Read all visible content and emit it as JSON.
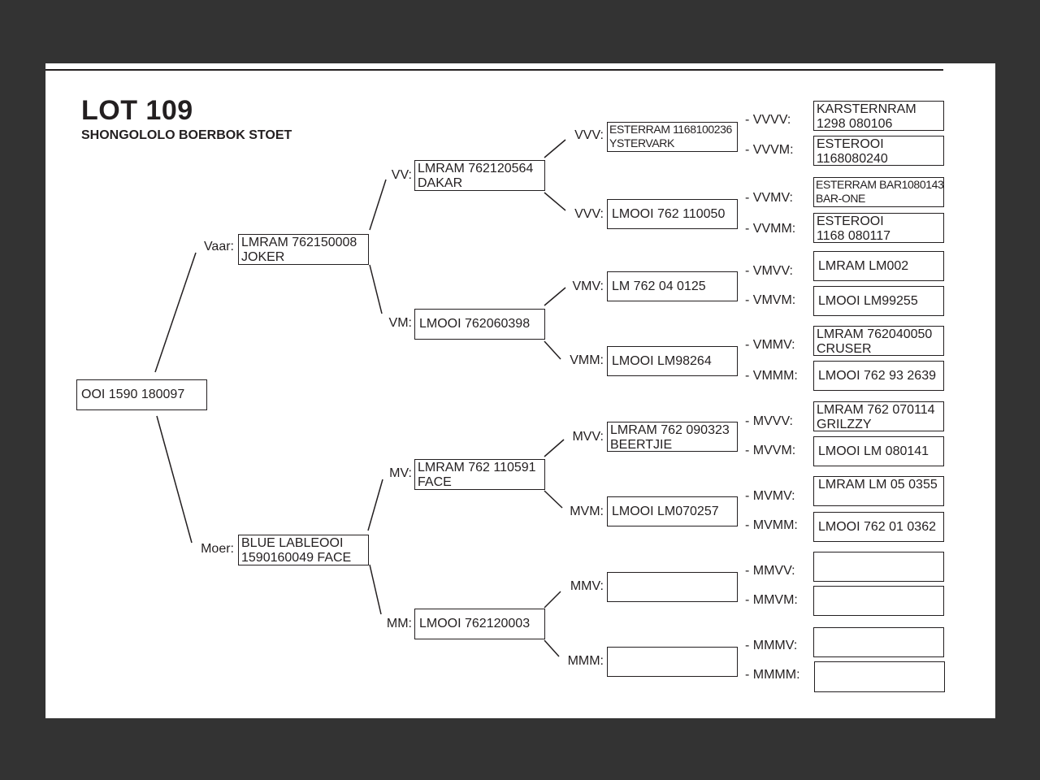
{
  "header": {
    "title": "LOT 109",
    "subtitle": "SHONGOLOLO BOERBOK STOET"
  },
  "subject": {
    "line1": "OOI 1590 180097",
    "line2": ""
  },
  "nodes": {
    "V": {
      "label": "Vaar:",
      "line1": "LMRAM 762150008",
      "line2": "JOKER"
    },
    "M": {
      "label": "Moer:",
      "line1": "BLUE LABLEOOI",
      "line2": "1590160049 FACE"
    },
    "VV": {
      "label": "VV:",
      "line1": "LMRAM 762120564",
      "line2": "DAKAR"
    },
    "VM": {
      "label": "VM:",
      "line1": "LMOOI 762060398",
      "line2": ""
    },
    "MV": {
      "label": "MV:",
      "line1": "LMRAM 762 110591",
      "line2": "FACE"
    },
    "MM": {
      "label": "MM:",
      "line1": "LMOOI 762120003",
      "line2": ""
    },
    "VVV": {
      "label": "VVV:",
      "line1": "ESTERRAM 1168100236",
      "line2": "YSTERVARK"
    },
    "VVM": {
      "label": "VVV:",
      "line1": "LMOOI 762 110050",
      "line2": ""
    },
    "VMV": {
      "label": "VMV:",
      "line1": "LM 762 04 0125",
      "line2": ""
    },
    "VMM": {
      "label": "VMM:",
      "line1": "LMOOI LM98264",
      "line2": ""
    },
    "MVV": {
      "label": "MVV:",
      "line1": "LMRAM 762 090323",
      "line2": "BEERTJIE"
    },
    "MVM": {
      "label": "MVM:",
      "line1": "LMOOI LM070257",
      "line2": ""
    },
    "MMV": {
      "label": "MMV:",
      "line1": "",
      "line2": ""
    },
    "MMM": {
      "label": "MMM:",
      "line1": "",
      "line2": ""
    },
    "VVVV": {
      "label": "- VVVV:",
      "line1": "KARSTERNRAM",
      "line2": "1298 080106"
    },
    "VVVM": {
      "label": "- VVVM:",
      "line1": "ESTEROOI",
      "line2": "1168080240"
    },
    "VVMV": {
      "label": "- VVMV:",
      "line1": "ESTERRAM BAR1080143",
      "line2": "BAR-ONE"
    },
    "VVMM": {
      "label": "- VVMM:",
      "line1": "ESTEROOI",
      "line2": "1168 080117"
    },
    "VMVV": {
      "label": "- VMVV:",
      "line1": "LMRAM LM002",
      "line2": ""
    },
    "VMVM": {
      "label": "- VMVM:",
      "line1": "LMOOI LM99255",
      "line2": ""
    },
    "VMMV": {
      "label": "- VMMV:",
      "line1": "LMRAM 762040050",
      "line2": "CRUSER"
    },
    "VMMM": {
      "label": "- VMMM:",
      "line1": "LMOOI 762 93 2639",
      "line2": ""
    },
    "MVVV": {
      "label": "- MVVV:",
      "line1": "LMRAM 762 070114",
      "line2": "GRILZZY"
    },
    "MVVM": {
      "label": "- MVVM:",
      "line1": "LMOOI LM 080141",
      "line2": ""
    },
    "MVMV": {
      "label": "- MVMV:",
      "line1": "LMRAM LM 05 0355",
      "line2": ""
    },
    "MVMM": {
      "label": "- MVMM:",
      "line1": "LMOOI 762 01 0362",
      "line2": ""
    },
    "MMVV": {
      "label": "- MMVV:",
      "line1": "",
      "line2": ""
    },
    "MMVM": {
      "label": "- MMVM:",
      "line1": "",
      "line2": ""
    },
    "MMMV": {
      "label": "- MMMV:",
      "line1": "",
      "line2": ""
    },
    "MMMM": {
      "label": "- MMMM:",
      "line1": "",
      "line2": ""
    }
  }
}
